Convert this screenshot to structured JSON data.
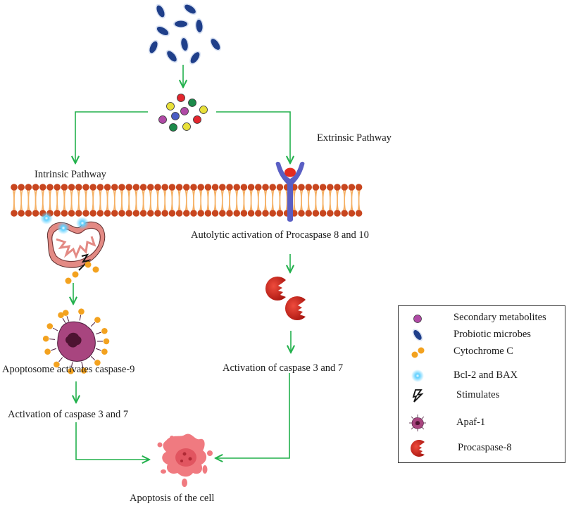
{
  "labels": {
    "extrinsic_pathway": "Extrinsic Pathway",
    "intrinsic_pathway": "Intrinsic Pathway",
    "autolytic_activation": "Autolytic activation of Procaspase 8 and 10",
    "apoptosome": "Apoptosome activates caspase-9",
    "activation_left": "Activation of caspase 3 and 7",
    "activation_right": "Activation of caspase 3 and 7",
    "apoptosis": "Apoptosis of the cell"
  },
  "legend": {
    "items": [
      {
        "icon": "secondary-metabolite-icon",
        "label": "Secondary metabolites"
      },
      {
        "icon": "probiotic-microbe-icon",
        "label": "Probiotic microbes"
      },
      {
        "icon": "cytochrome-c-icon",
        "label": "Cytochrome C"
      },
      {
        "icon": "bcl2-bax-icon",
        "label": "Bcl-2 and BAX"
      },
      {
        "icon": "stimulates-icon",
        "label": "Stimulates"
      },
      {
        "icon": "apaf1-icon",
        "label": "Apaf-1"
      },
      {
        "icon": "procaspase8-icon",
        "label": "Procaspase-8"
      }
    ]
  },
  "colors": {
    "arrow": "#22b14c",
    "microbe": "#1f3f8a",
    "membrane_head": "#c8461f",
    "membrane_tail": "#f5b165",
    "receptor": "#5a5fc4",
    "ligand": "#e52a1e",
    "cytochrome": "#f3a21f",
    "apaf": "#a8457f",
    "procaspase": "#d42a1e",
    "apoptotic_cell": "#f07a80",
    "bcl2": "#3db8f5",
    "mito_outer": "#e38a84"
  },
  "metabolite_colors": [
    "#e3262e",
    "#e8e03a",
    "#1c8a4a",
    "#b04aa6",
    "#4a5cc4"
  ]
}
